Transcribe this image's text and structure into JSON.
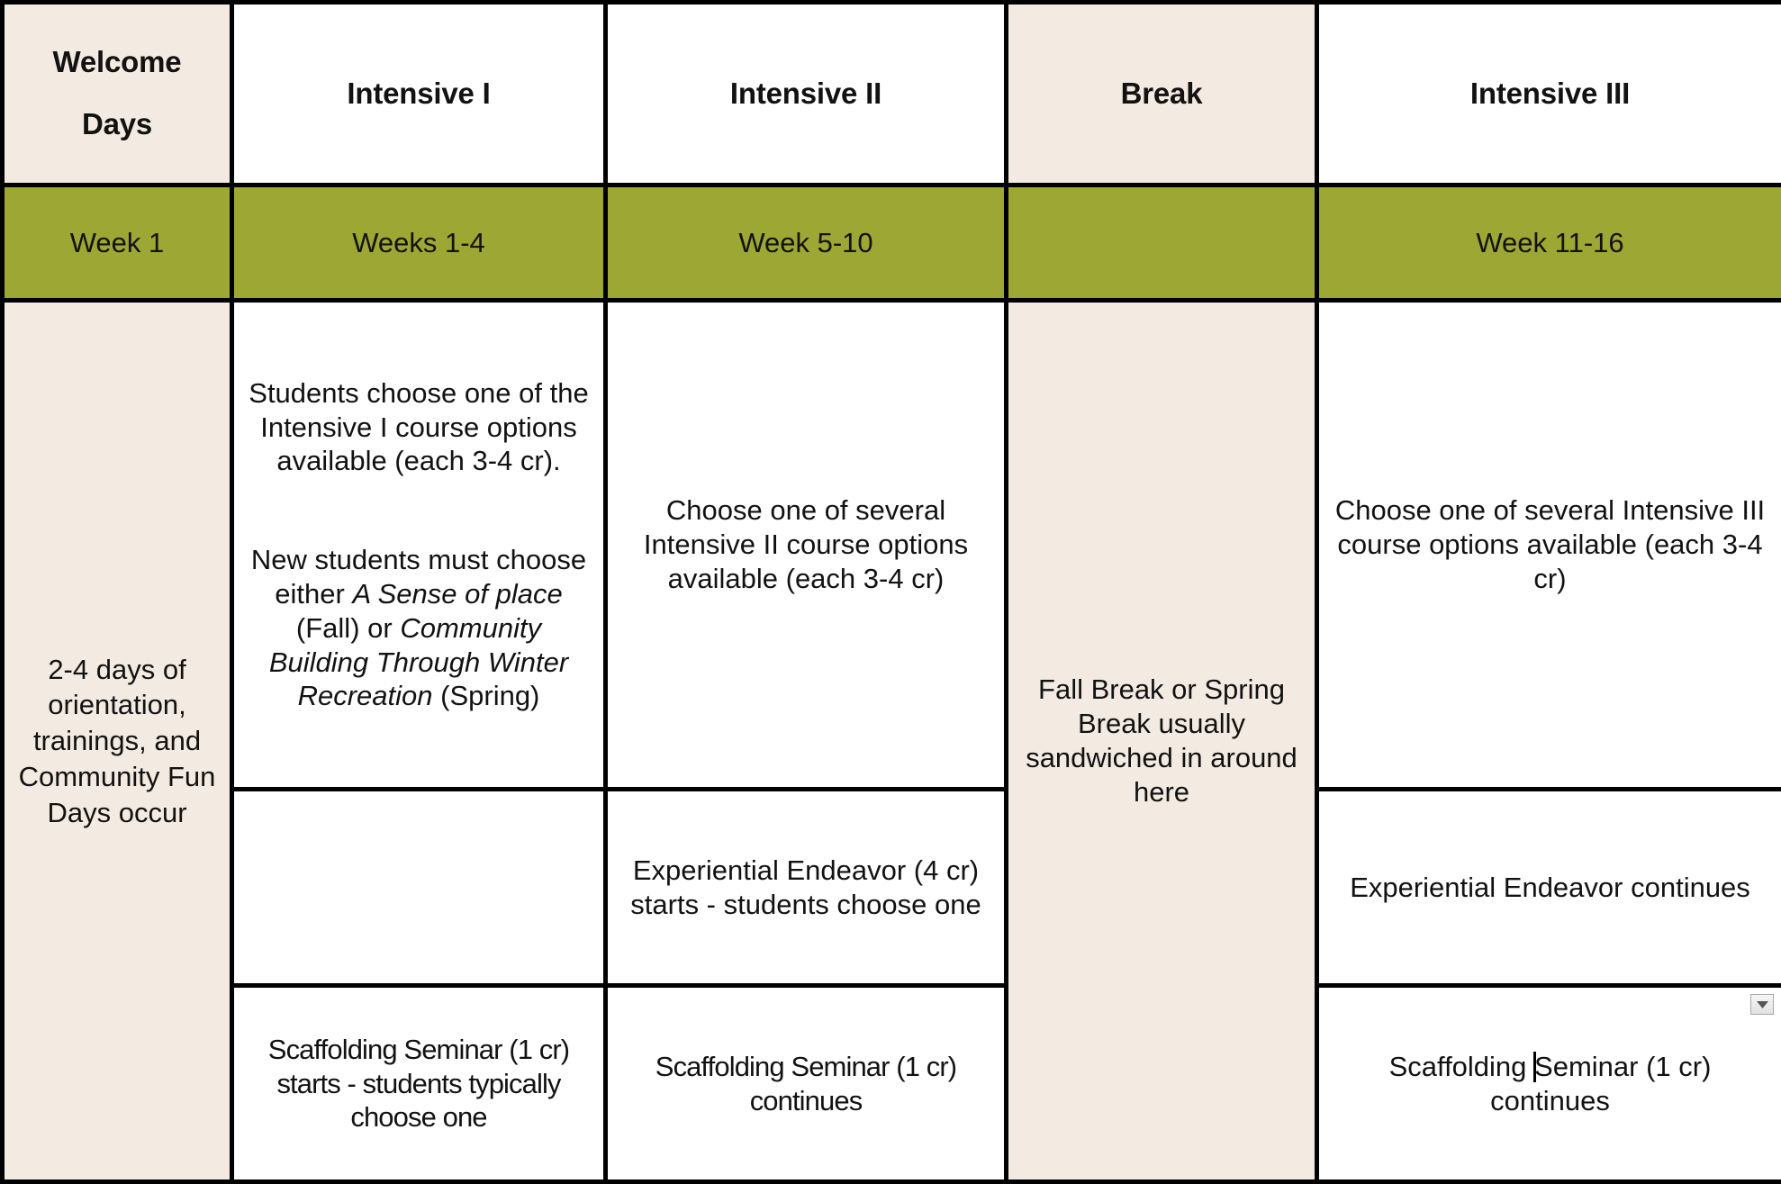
{
  "colors": {
    "accent_green": "#9da734",
    "accent_beige": "#f3ebe2",
    "border": "#000000",
    "text": "#121212"
  },
  "table": {
    "headers": {
      "welcome_line1": "Welcome",
      "welcome_line2": "Days",
      "intensive_1": "Intensive I",
      "intensive_2": "Intensive II",
      "break": "Break",
      "intensive_3": "Intensive III"
    },
    "weeks": {
      "welcome": "Week 1",
      "intensive_1": "Weeks 1-4",
      "intensive_2": "Week 5-10",
      "break": "",
      "intensive_3": "Week 11-16"
    },
    "body": {
      "welcome_days": "2-4 days of orientation, trainings, and Community Fun Days occur",
      "break": "Fall Break or Spring Break usually sandwiched in around here",
      "intensive_1_p1": "Students choose one of the Intensive I course options available (each 3-4 cr).",
      "intensive_1_p2_pre": "New students must choose either ",
      "intensive_1_p2_title_a": "A Sense of place",
      "intensive_1_p2_mid": " (Fall) or ",
      "intensive_1_p2_title_b": "Community Building Through Winter Recreation",
      "intensive_1_p2_post": " (Spring)",
      "intensive_2_r1": "Choose one of several Intensive II course options available (each 3-4 cr)",
      "intensive_3_r1": "Choose one of several Intensive III course options available (each 3-4 cr)",
      "intensive_1_r2": "",
      "intensive_2_r2": "Experiential Endeavor (4 cr) starts - students choose one",
      "intensive_3_r2": "Experiential Endeavor continues",
      "intensive_1_r3": "Scaffolding Seminar (1 cr) starts - students typically choose one",
      "intensive_2_r3": "Scaffolding Seminar (1 cr) continues",
      "intensive_3_r3_pre": "Scaffolding ",
      "intensive_3_r3_post": "Seminar (1 cr) continues"
    }
  },
  "controls": {
    "spinner_icon": "chevron-down-icon"
  }
}
